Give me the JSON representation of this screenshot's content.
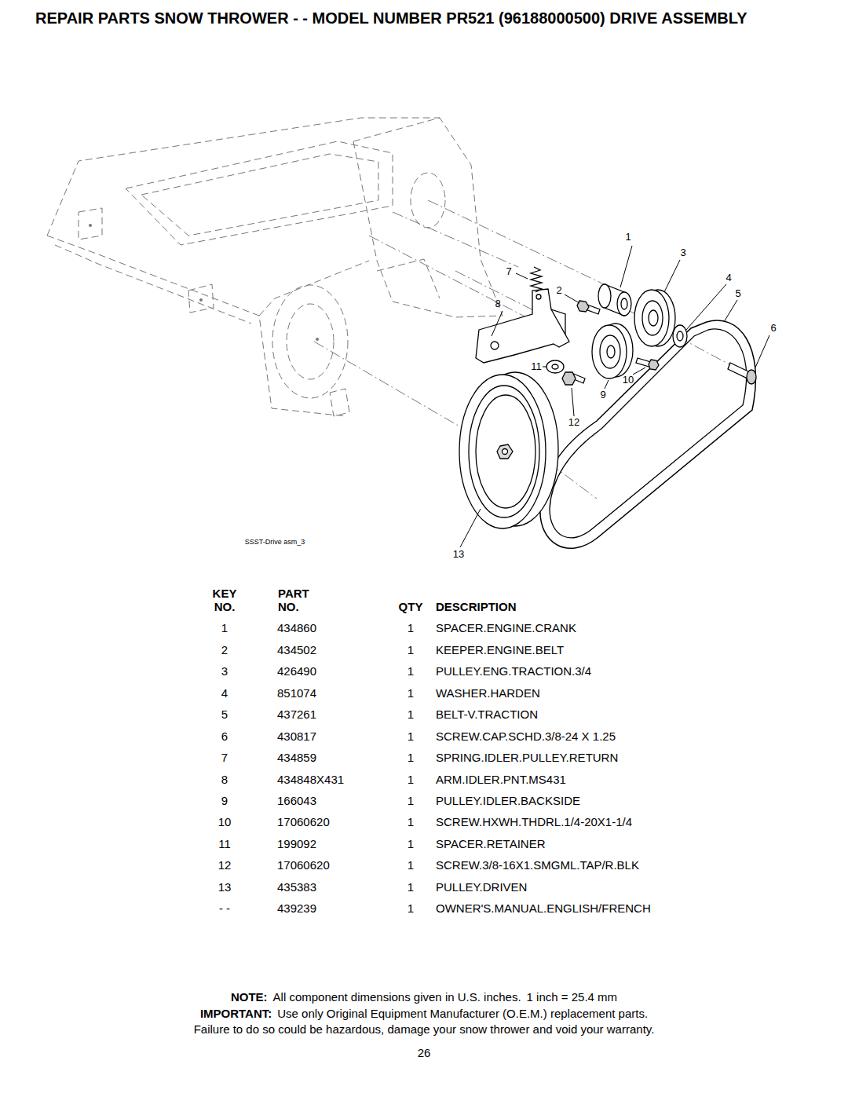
{
  "diagram": {
    "title": "REPAIR PARTS SNOW THROWER - - MODEL NUMBER PR521 (96188000500) DRIVE ASSEMBLY",
    "labels": [
      "1",
      "3",
      "7",
      "2",
      "4",
      "5",
      "8",
      "6",
      "11",
      "10",
      "9",
      "12",
      "13",
      "SSST-Drive asm_3",
      "KEY",
      "PART",
      "NO.",
      "NO.",
      "QTY",
      "DESCRIPTION",
      "1",
      "434860",
      "1",
      "SPACER.ENGINE.CRANK",
      "2",
      "434502",
      "1",
      "KEEPER.ENGINE.BELT",
      "3",
      "426490",
      "1",
      "PULLEY.ENG.TRACTION.3/4",
      "4",
      "851074",
      "1",
      "WASHER.HARDEN",
      "5",
      "437261",
      "1",
      "BELT-V.TRACTION",
      "6",
      "430817",
      "1",
      "SCREW.CAP.SCHD.3/8-24 X 1.25",
      "7",
      "434859",
      "1",
      "SPRING.IDLER.PULLEY.RETURN",
      "8",
      "434848X431",
      "1",
      "ARM.IDLER.PNT.MS431",
      "9",
      "166043",
      "1",
      "PULLEY.IDLER.BACKSIDE",
      "10",
      "17060620",
      "1",
      "SCREW.HXWH.THDRL.1/4-20X1-1/4",
      "11",
      "199092",
      "1",
      "SPACER.RETAINER",
      "12",
      "17060620",
      "1",
      "SCREW.3/8-16X1.SMGML.TAP/R.BLK",
      "13",
      "435383",
      "1",
      "PULLEY.DRIVEN",
      "- -",
      "439239",
      "1",
      "OWNER'S.MANUAL.ENGLISH/FRENCH",
      "NOTE:",
      "All component dimensions given in U.S. inches.",
      "1 inch = 25.4 mm",
      "IMPORTANT:",
      "Use only Original Equipment Manufacturer (O.E.M.) replacement parts.",
      "Failure to do so could be hazardous, damage your snow thrower and void your warranty.",
      "26"
    ]
  }
}
